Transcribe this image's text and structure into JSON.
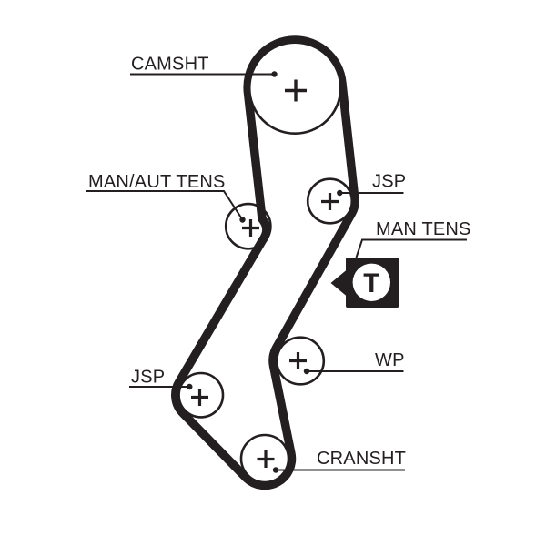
{
  "diagram_type": "timing-belt-routing",
  "colors": {
    "line": "#231f20",
    "background": "#ffffff"
  },
  "marks": {
    "pulley_center_symbol": "+"
  },
  "pulleys": {
    "camshaft": {
      "label": "CAMSHT"
    },
    "tensioner_man_aut": {
      "label": "MAN/AUT TENS"
    },
    "idler_upper": {
      "label": "JSP"
    },
    "tensioner_manual": {
      "label": "MAN TENS",
      "icon_letter": "T"
    },
    "water_pump": {
      "label": "WP"
    },
    "idler_lower": {
      "label": "JSP"
    },
    "crankshaft": {
      "label": "CRANSHT"
    }
  }
}
